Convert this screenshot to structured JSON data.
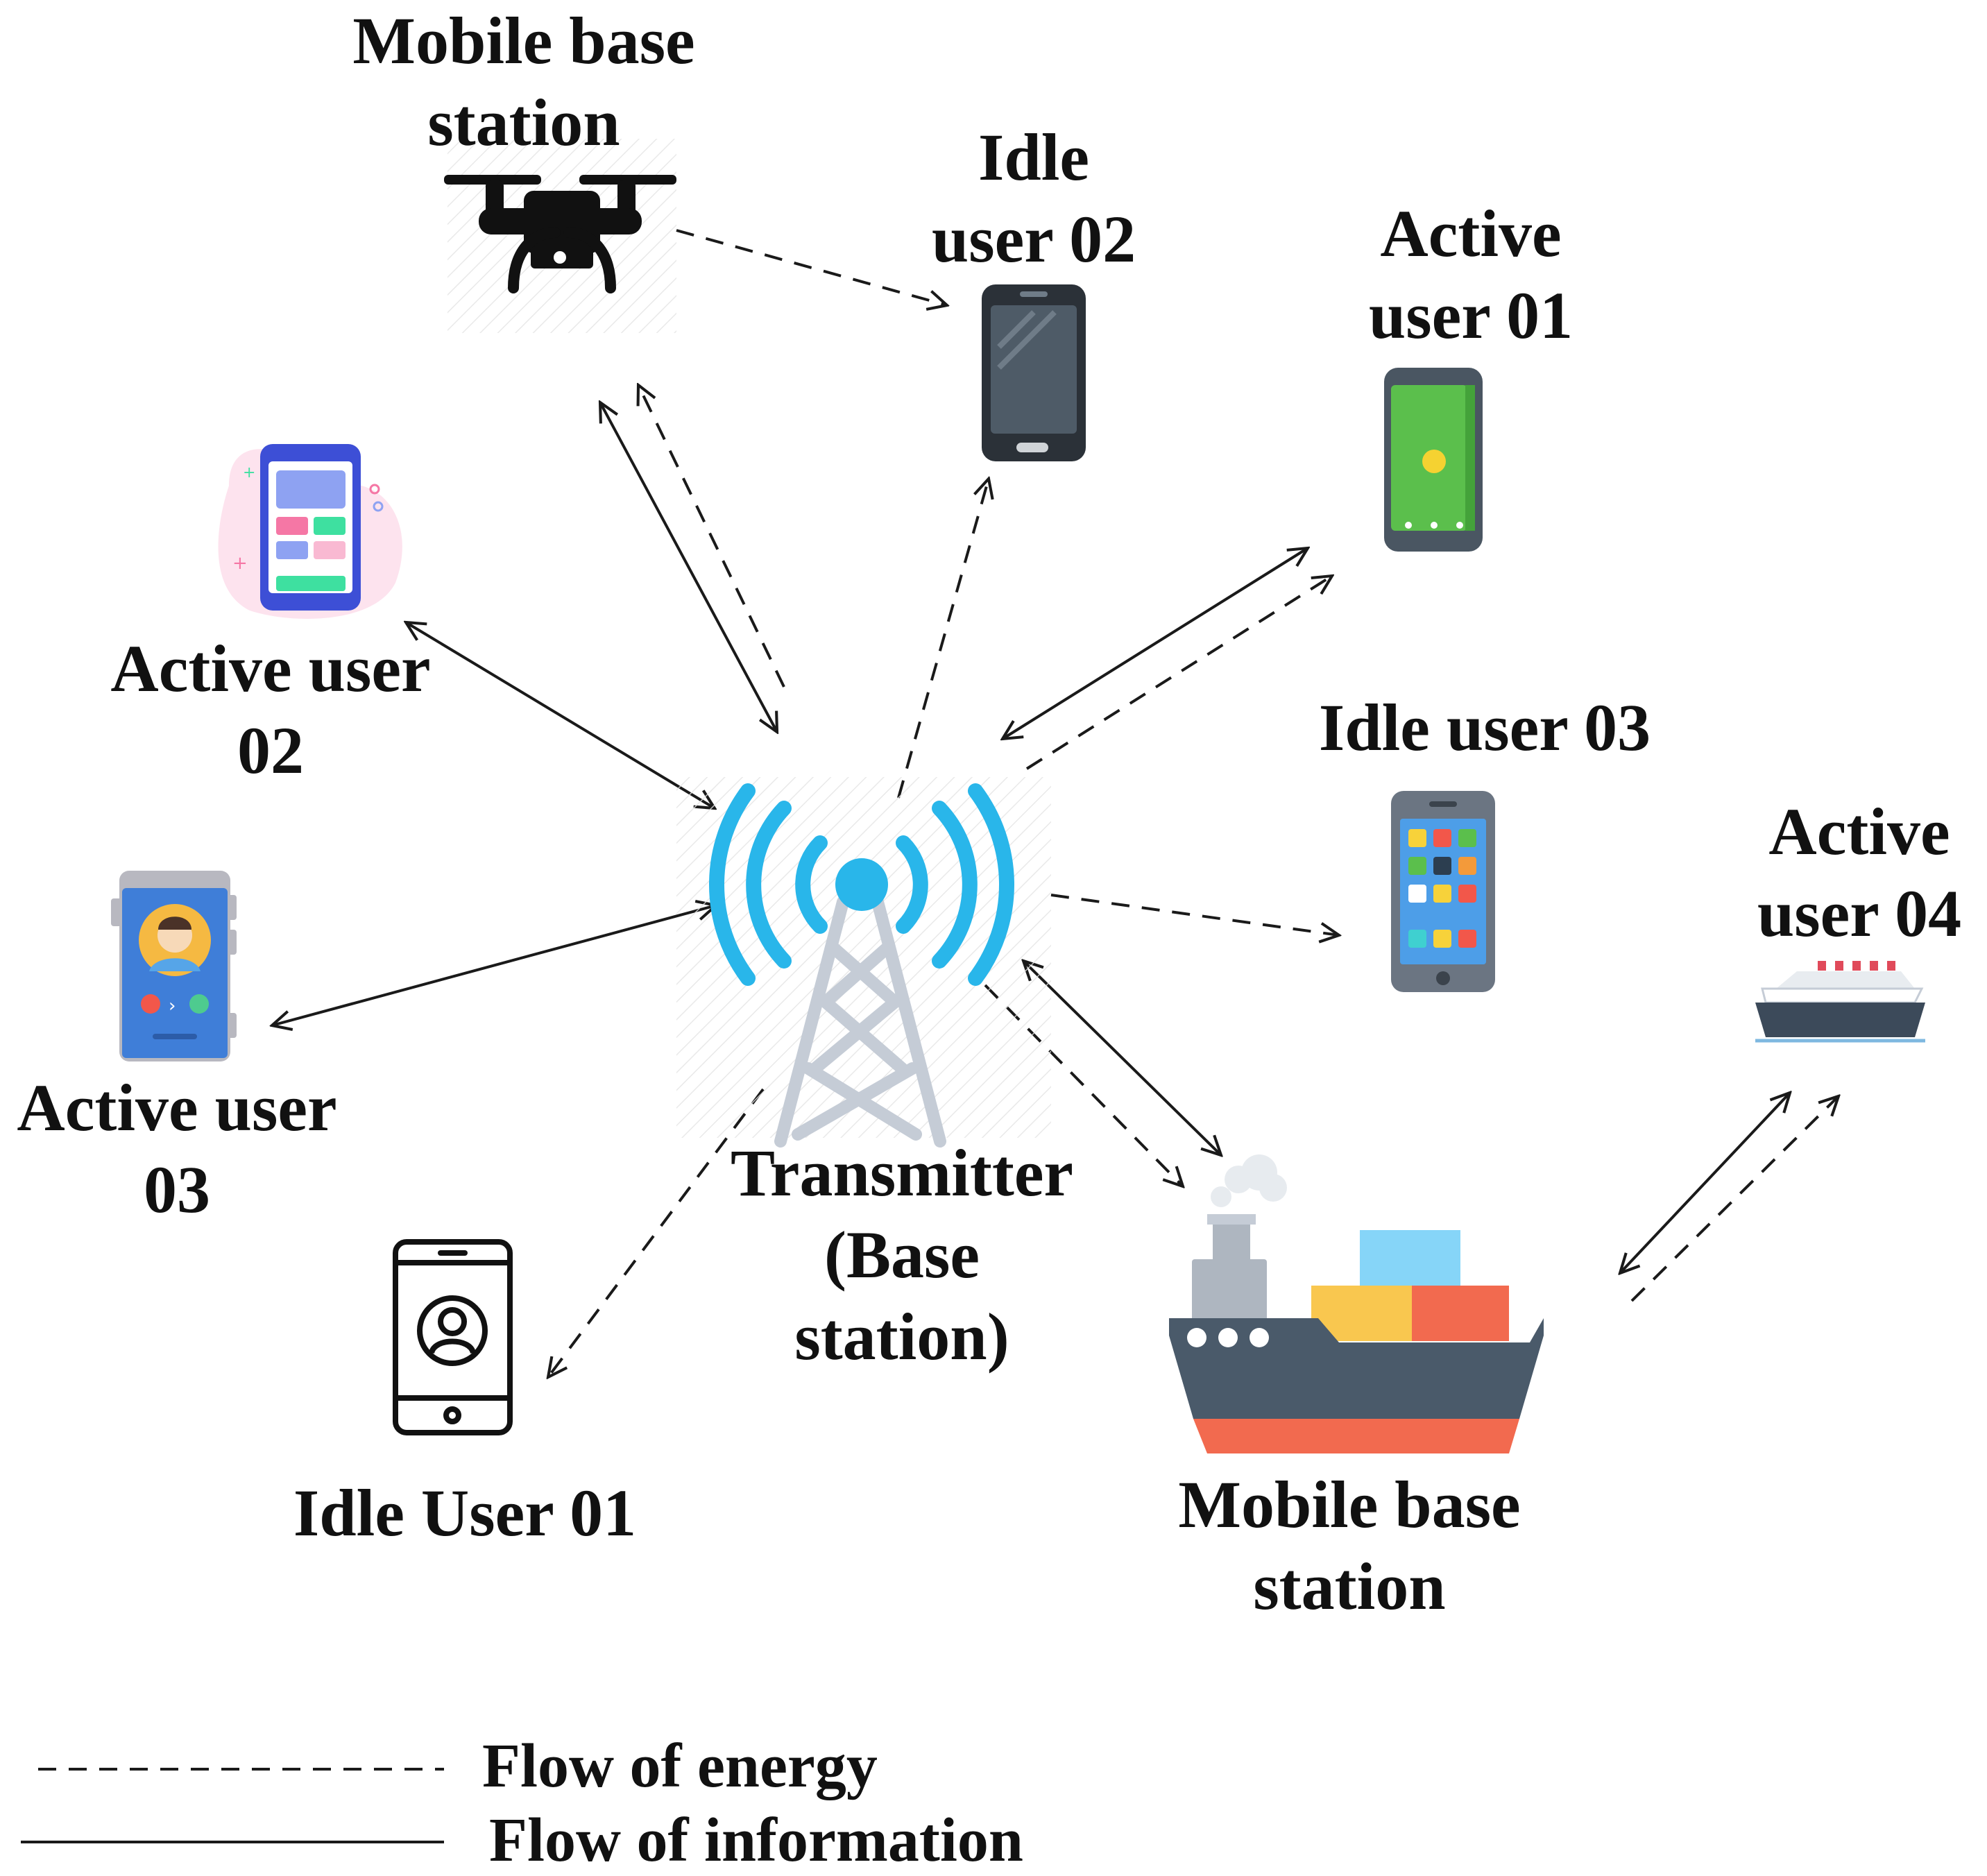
{
  "nodes": {
    "drone_station": {
      "line1": "Mobile base",
      "line2": "station"
    },
    "idle_user_02": {
      "line1": "Idle",
      "line2": "user 02"
    },
    "active_user_01": {
      "line1": "Active",
      "line2": "user 01"
    },
    "active_user_02": {
      "line1": "Active user",
      "line2": "02"
    },
    "idle_user_03": {
      "line1": "Idle user 03"
    },
    "active_user_04": {
      "line1": "Active",
      "line2": "user 04"
    },
    "active_user_03": {
      "line1": "Active user",
      "line2": "03"
    },
    "transmitter": {
      "line1": "Transmitter",
      "line2": "(Base",
      "line3": "station)"
    },
    "idle_user_01": {
      "line1": "Idle User 01"
    },
    "ship_station": {
      "line1": "Mobile base",
      "line2": "station"
    }
  },
  "legend": {
    "energy": "Flow of energy",
    "information": "Flow of information"
  },
  "colors": {
    "signal": "#29b6ea",
    "tower": "#c5ccd6",
    "line": "#1a1a1a",
    "phone_dark": "#4d5a66",
    "phone_green": "#5bbf4c",
    "ship_hull": "#4a5a6a",
    "ship_keel": "#f26a4f"
  }
}
